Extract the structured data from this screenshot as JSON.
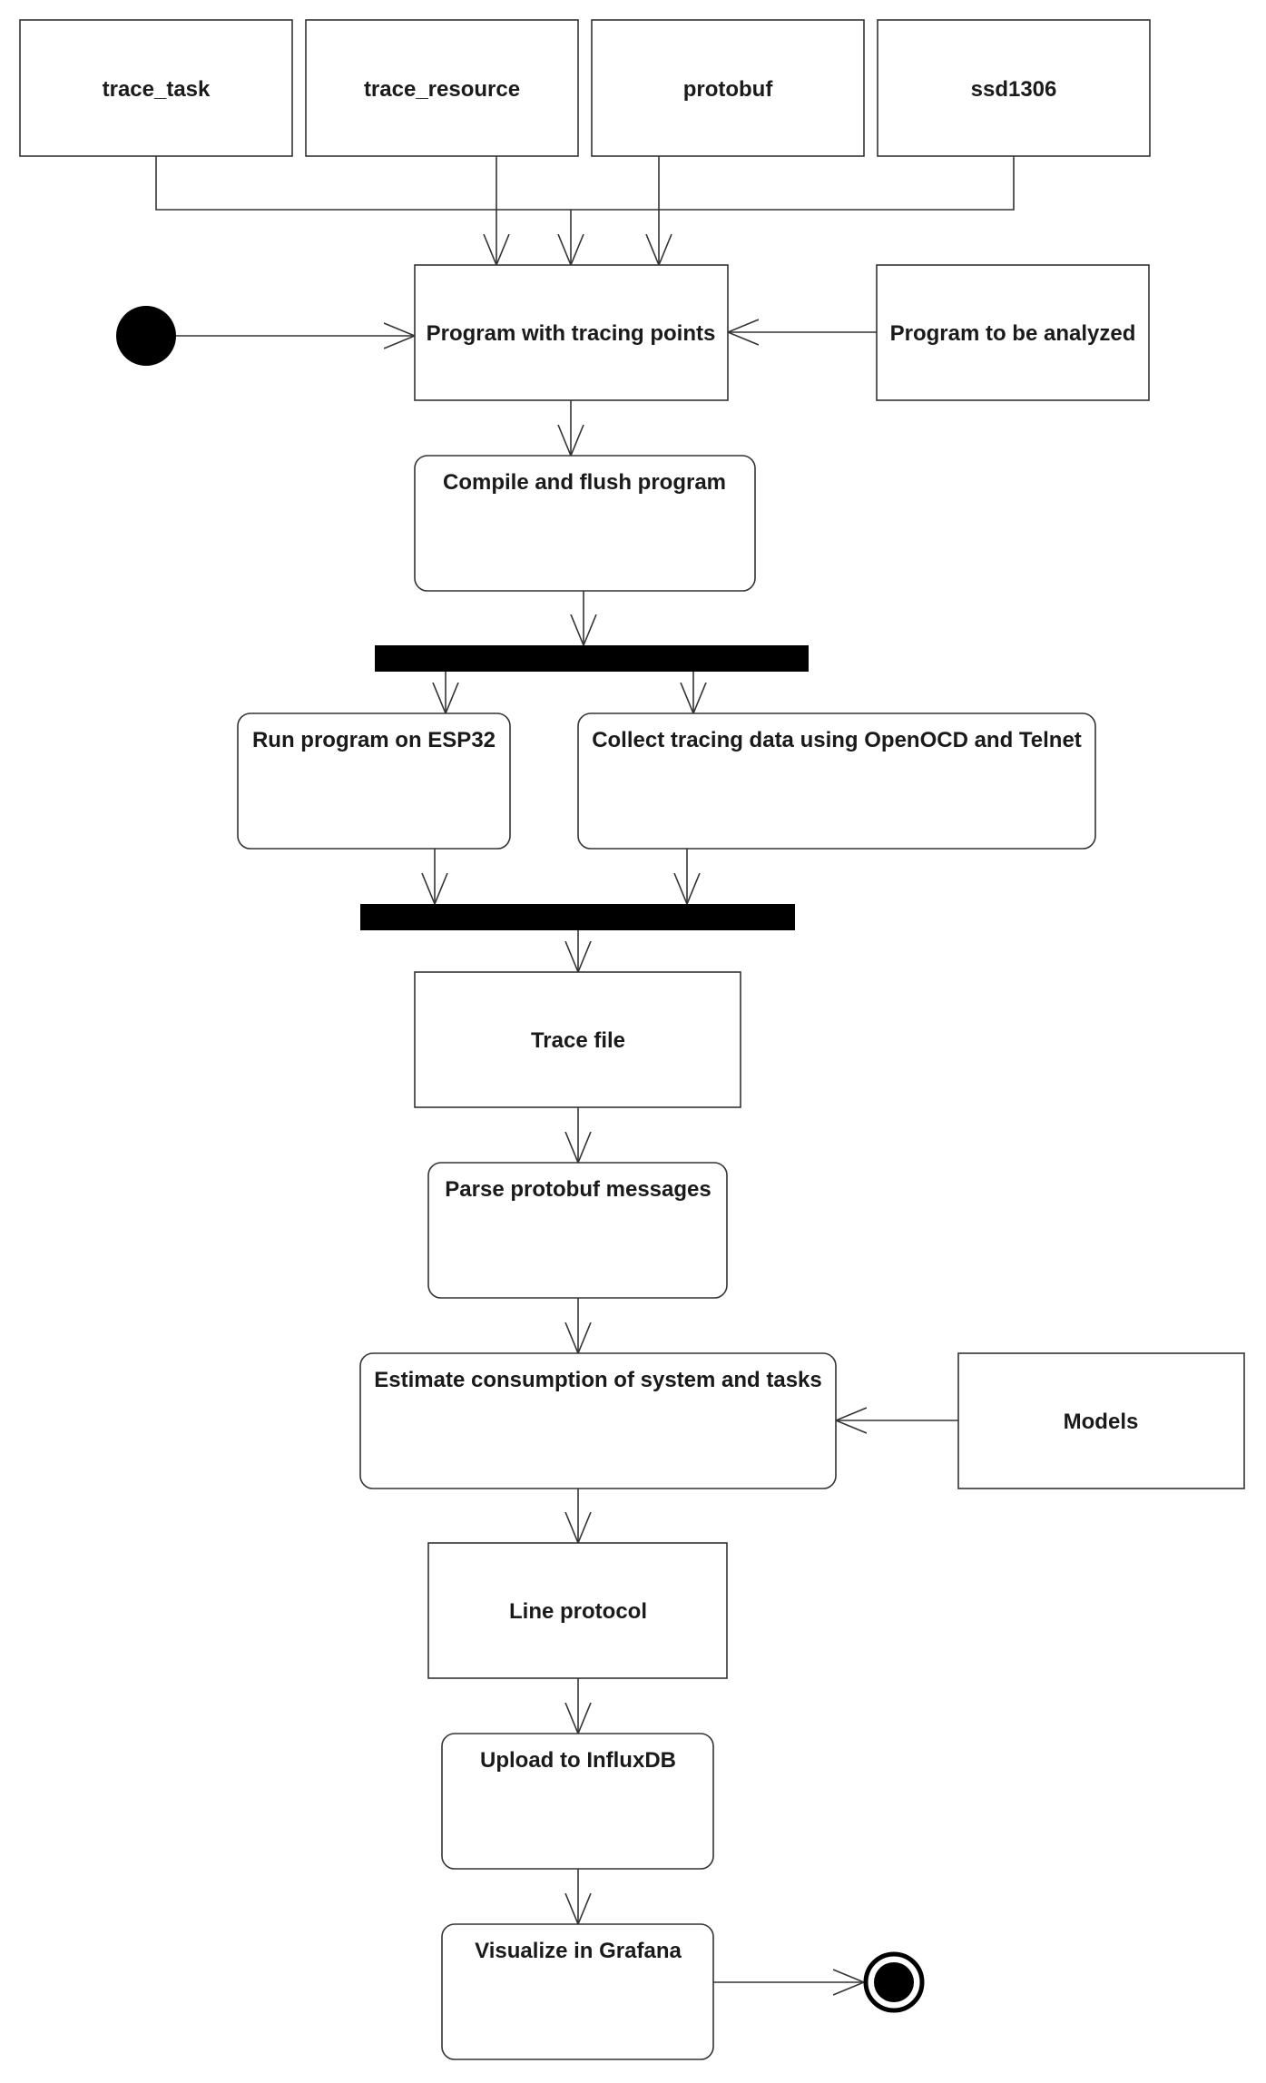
{
  "diagram": {
    "artifacts": {
      "trace_task": "trace_task",
      "trace_resource": "trace_resource",
      "protobuf": "protobuf",
      "ssd1306": "ssd1306",
      "program_tracing": "Program with tracing points",
      "program_analyzed": "Program to be analyzed",
      "trace_file": "Trace file",
      "models": "Models",
      "line_protocol": "Line protocol"
    },
    "actions": {
      "compile": "Compile and flush program",
      "run": "Run program on ESP32",
      "collect": "Collect tracing data using OpenOCD and Telnet",
      "parse": "Parse protobuf messages",
      "estimate": "Estimate consumption of system and tasks",
      "upload": "Upload to InfluxDB",
      "visualize": "Visualize in Grafana"
    }
  }
}
